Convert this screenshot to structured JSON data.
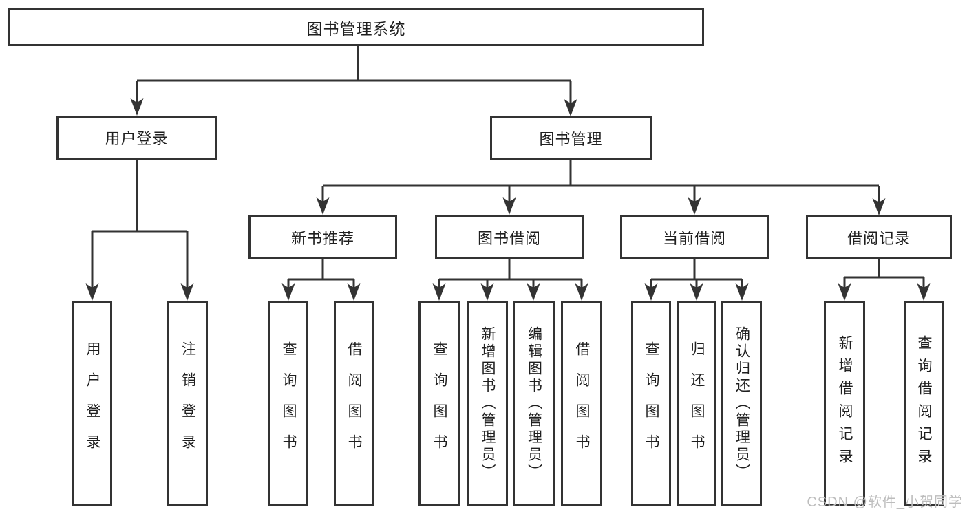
{
  "title": "图书管理系统",
  "watermark": "CSDN @软件_小贺同学",
  "colors": {
    "line": "#333333",
    "text": "#1f1f1f",
    "background": "#ffffff",
    "watermark": "#bdbdbd"
  },
  "nodes": [
    {
      "id": "root",
      "label": "图书管理系统",
      "parent": null
    },
    {
      "id": "user-login-module",
      "label": "用户登录",
      "parent": "root"
    },
    {
      "id": "book-management",
      "label": "图书管理",
      "parent": "root"
    },
    {
      "id": "new-book-recommend",
      "label": "新书推荐",
      "parent": "book-management"
    },
    {
      "id": "book-borrowing",
      "label": "图书借阅",
      "parent": "book-management"
    },
    {
      "id": "current-borrowing",
      "label": "当前借阅",
      "parent": "book-management"
    },
    {
      "id": "borrow-records",
      "label": "借阅记录",
      "parent": "book-management"
    },
    {
      "id": "user-login-action",
      "label": "用户登录",
      "parent": "user-login-module"
    },
    {
      "id": "logout-action",
      "label": "注销登录",
      "parent": "user-login-module"
    },
    {
      "id": "search-books-recommend",
      "label": "查询图书",
      "parent": "new-book-recommend"
    },
    {
      "id": "borrow-books-recommend",
      "label": "借阅图书",
      "parent": "new-book-recommend"
    },
    {
      "id": "search-books-borrowing",
      "label": "查询图书",
      "parent": "book-borrowing"
    },
    {
      "id": "add-books-admin",
      "label": "新增图书（管理员）",
      "parent": "book-borrowing"
    },
    {
      "id": "edit-books-admin",
      "label": "编辑图书（管理员）",
      "parent": "book-borrowing"
    },
    {
      "id": "borrow-books",
      "label": "借阅图书",
      "parent": "book-borrowing"
    },
    {
      "id": "search-books-current",
      "label": "查询图书",
      "parent": "current-borrowing"
    },
    {
      "id": "return-books",
      "label": "归还图书",
      "parent": "current-borrowing"
    },
    {
      "id": "confirm-return-admin",
      "label": "确认归还（管理员）",
      "parent": "current-borrowing"
    },
    {
      "id": "add-borrow-record",
      "label": "新增借阅记录",
      "parent": "borrow-records"
    },
    {
      "id": "search-borrow-record",
      "label": "查询借阅记录",
      "parent": "borrow-records"
    }
  ]
}
